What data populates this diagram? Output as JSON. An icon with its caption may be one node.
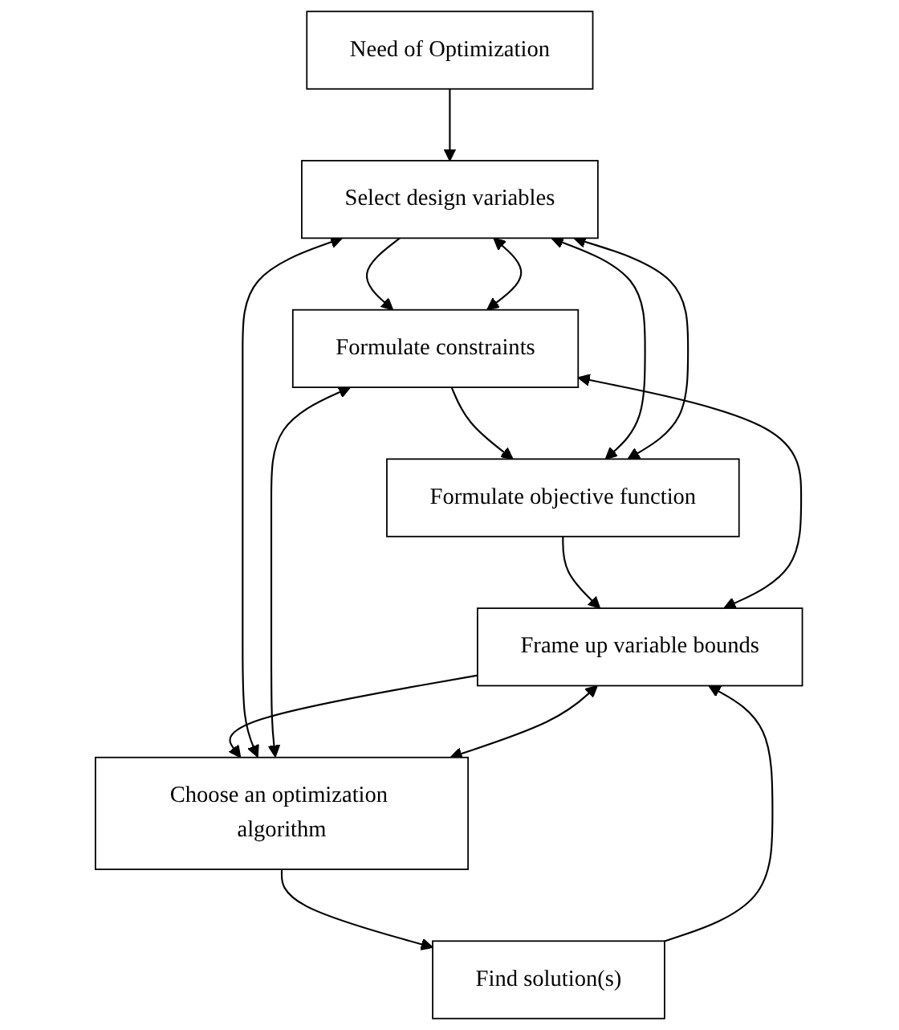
{
  "diagram": {
    "nodes": [
      {
        "text": [
          "Need of Optimization"
        ]
      },
      {
        "text": [
          "Select design variables"
        ]
      },
      {
        "text": [
          "Formulate constraints"
        ]
      },
      {
        "text": [
          "Formulate objective function"
        ]
      },
      {
        "text": [
          "Frame up variable bounds"
        ]
      },
      {
        "text": [
          "Choose an optimization algorithm"
        ]
      },
      {
        "text": [
          "Find solution(s)"
        ]
      }
    ],
    "edges": [
      {
        "from": 0,
        "to": 1,
        "arrow": "to"
      },
      {
        "from": 1,
        "to": 2,
        "arrow": "to"
      },
      {
        "from": 2,
        "to": 3,
        "arrow": "to"
      },
      {
        "from": 3,
        "to": 4,
        "arrow": "to"
      },
      {
        "from": 4,
        "to": 5,
        "arrow": "to"
      },
      {
        "from": 5,
        "to": 6,
        "arrow": "to"
      },
      {
        "from": 1,
        "to": 3,
        "arrow": "both"
      },
      {
        "from": 1,
        "to": 3,
        "arrow": "both"
      },
      {
        "from": 2,
        "to": 1,
        "arrow": "both"
      },
      {
        "from": 5,
        "to": 1,
        "arrow": "both"
      },
      {
        "from": 5,
        "to": 2,
        "arrow": "both"
      },
      {
        "from": 4,
        "to": 2,
        "arrow": "both"
      },
      {
        "from": 5,
        "to": 4,
        "arrow": "both"
      },
      {
        "from": 6,
        "to": 4,
        "arrow": "to"
      }
    ]
  }
}
